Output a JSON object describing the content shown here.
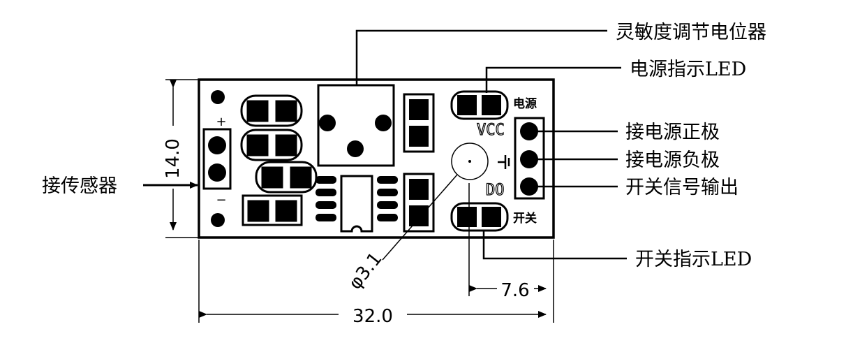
{
  "labels": {
    "potentiometer": "灵敏度调节电位器",
    "power_led": "电源指示LED",
    "vcc_pin": "接电源正极",
    "gnd_pin": "接电源负极",
    "do_pin": "开关信号输出",
    "switch_led": "开关指示LED",
    "sensor": "接传感器"
  },
  "board_text": {
    "power": "电源",
    "switch": "开关",
    "vcc": "VCC",
    "do": "DO",
    "plus": "+",
    "minus": "−"
  },
  "dimensions": {
    "width": "32.0",
    "height": "14.0",
    "hole_diameter": "φ3.1",
    "pin_offset": "7.6"
  }
}
